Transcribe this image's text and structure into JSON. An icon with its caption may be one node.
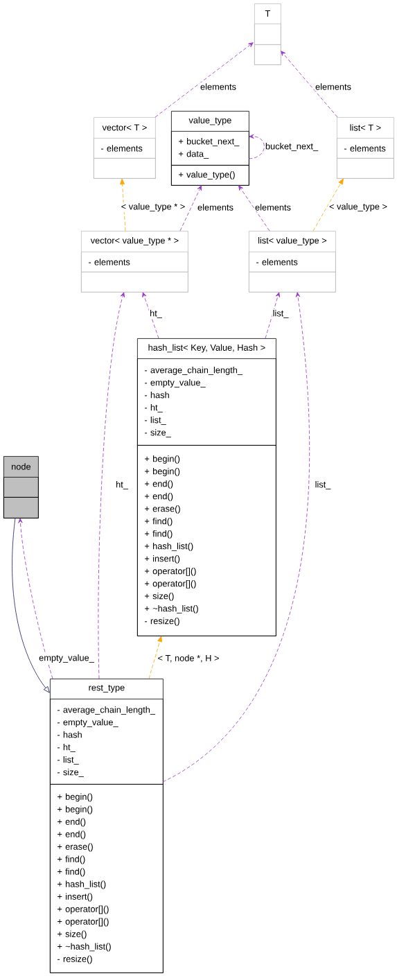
{
  "diagram": {
    "nodes": [
      {
        "text": [
          "T"
        ]
      },
      {
        "text": [],
        "shape": "box",
        "in": 0
      },
      {
        "text": [],
        "shape": "box",
        "in": 0
      },
      {
        "text": [
          "vector< T >"
        ]
      },
      {
        "text": [
          "- elements"
        ],
        "in": 3
      },
      {
        "text": [],
        "shape": "box",
        "in": 3
      },
      {
        "text": [
          "value_type"
        ]
      },
      {
        "text": [
          "+ bucket_next_",
          "+ data_"
        ],
        "in": 6
      },
      {
        "text": [
          "+ value_type()"
        ],
        "in": 6
      },
      {
        "text": [
          "list< T >"
        ]
      },
      {
        "text": [
          "- elements"
        ],
        "in": 9
      },
      {
        "text": [],
        "shape": "box",
        "in": 9
      },
      {
        "text": [
          "vector< value_type * >"
        ]
      },
      {
        "text": [
          "- elements"
        ],
        "in": 12
      },
      {
        "text": [],
        "shape": "box",
        "in": 12
      },
      {
        "text": [
          "list< value_type >"
        ]
      },
      {
        "text": [
          "- elements"
        ],
        "in": 15
      },
      {
        "text": [],
        "shape": "box",
        "in": 15
      },
      {
        "text": [
          "hash_list< Key, Value, Hash >"
        ]
      },
      {
        "text": [
          "- average_chain_length_",
          "- empty_value_",
          "- hash",
          "- ht_",
          "- list_",
          "- size_"
        ],
        "in": 18
      },
      {
        "text": [
          "+ begin()",
          "+ begin()",
          "+ end()",
          "+ end()",
          "+ erase()",
          "+ find()",
          "+ find()",
          "+ hash_list()",
          "+ insert()",
          "+ operator[]()",
          "+ operator[]()",
          "+ size()",
          "+ ~hash_list()",
          "- resize()"
        ],
        "in": 18
      },
      {
        "text": [
          "node"
        ]
      },
      {
        "text": [],
        "shape": "box",
        "in": 21
      },
      {
        "text": [],
        "shape": "box",
        "in": 21
      },
      {
        "text": [
          "rest_type"
        ]
      },
      {
        "text": [
          "- average_chain_length_",
          "- empty_value_",
          "- hash",
          "- ht_",
          "- list_",
          "- size_"
        ],
        "in": 24
      },
      {
        "text": [
          "+ begin()",
          "+ begin()",
          "+ end()",
          "+ end()",
          "+ erase()",
          "+ find()",
          "+ find()",
          "+ hash_list()",
          "+ insert()",
          "+ operator[]()",
          "+ operator[]()",
          "+ size()",
          "+ ~hash_list()",
          "- resize()"
        ],
        "in": 24
      }
    ],
    "edges": [
      {
        "from": 3,
        "to": 0,
        "arrow": "to",
        "label": "elements",
        "style": "dashed"
      },
      {
        "from": 9,
        "to": 0,
        "arrow": "to",
        "label": "elements",
        "style": "dashed"
      },
      {
        "from": 7,
        "to": 7,
        "arrow": "to",
        "label": "bucket_next_",
        "style": "dashed"
      },
      {
        "from": 12,
        "to": 3,
        "arrow": "to",
        "label": "< value_type * >",
        "style": "dashed",
        "color": "#ffa500"
      },
      {
        "from": 12,
        "to": 6,
        "arrow": "to",
        "label": "elements",
        "style": "dashed"
      },
      {
        "from": 15,
        "to": 6,
        "arrow": "to",
        "label": "elements",
        "style": "dashed"
      },
      {
        "from": 15,
        "to": 9,
        "arrow": "to",
        "label": "< value_type >",
        "style": "dashed",
        "color": "#ffa500"
      },
      {
        "from": 18,
        "to": 12,
        "arrow": "to",
        "label": "ht_",
        "style": "dashed"
      },
      {
        "from": 18,
        "to": 15,
        "arrow": "to",
        "label": "list_",
        "style": "dashed"
      },
      {
        "from": 24,
        "to": 12,
        "arrow": "to",
        "label": "ht_",
        "style": "dashed"
      },
      {
        "from": 24,
        "to": 15,
        "arrow": "to",
        "label": "list_",
        "style": "dashed"
      },
      {
        "from": 24,
        "to": 21,
        "arrow": "to",
        "label": "empty_value_",
        "style": "dashed"
      },
      {
        "from": 24,
        "to": 18,
        "arrow": "to",
        "label": "< T, node *, H >",
        "style": "dashed",
        "color": "#ffa500"
      },
      {
        "from": 21,
        "to": 24,
        "arrow": "to",
        "color": "#191970"
      }
    ]
  }
}
